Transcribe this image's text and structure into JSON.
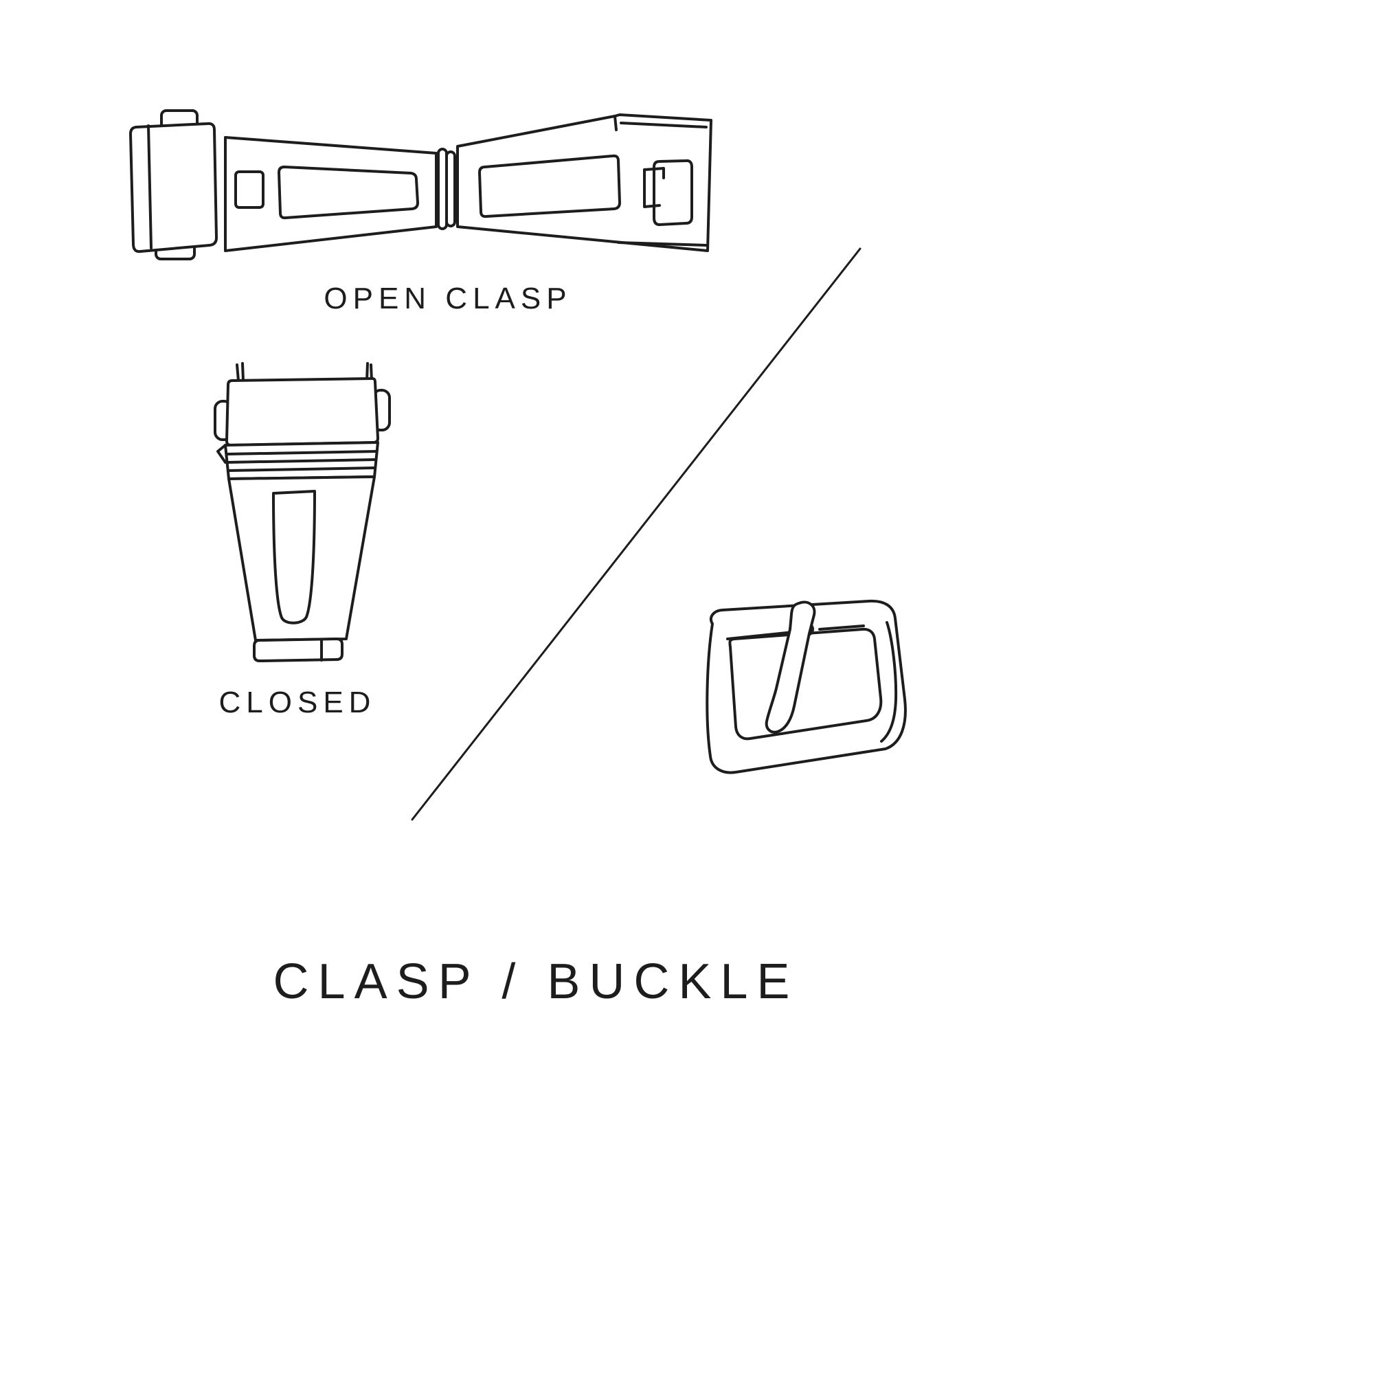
{
  "page": {
    "background": "#ffffff",
    "ink": "#1d1d1d"
  },
  "figures": {
    "open_clasp": {
      "caption": "OPEN CLASP",
      "illustration": "open-clasp-line-drawing"
    },
    "closed_clasp": {
      "caption": "CLOSED",
      "illustration": "closed-clasp-line-drawing"
    },
    "buckle": {
      "illustration": "tang-buckle-line-drawing"
    },
    "divider": "diagonal-divider-line"
  },
  "title": "CLASP / BUCKLE"
}
